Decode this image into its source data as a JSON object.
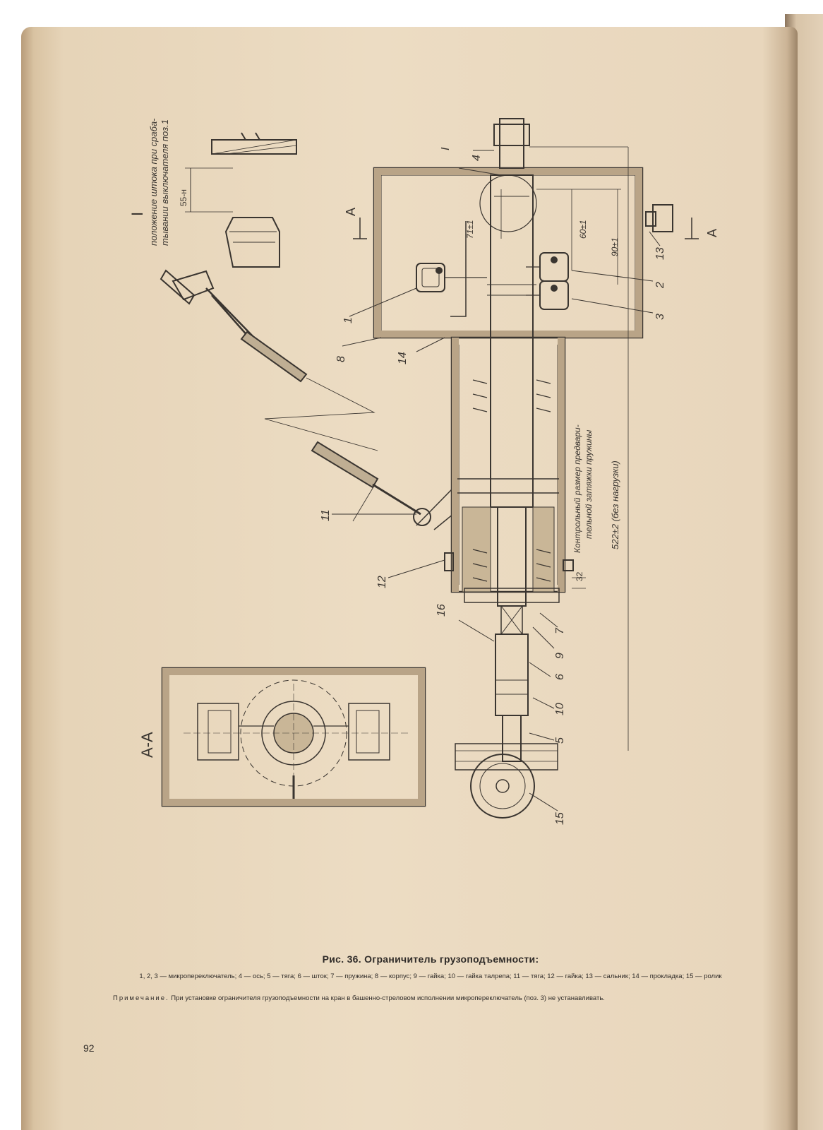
{
  "page": {
    "number": "92",
    "background_color": "#ecdcc3",
    "ink_color": "#3a3530"
  },
  "figure": {
    "title": "Рис. 36. Ограничитель грузоподъемности:",
    "legend": "1, 2, 3 — микропереключатель; 4 — ось; 5 — тяга; 6 — шток; 7 — пружина; 8 — корпус; 9 — гайка; 10 — гайка талрепа; 11 — тяга; 12 — гайка; 13 — сальник; 14 — прокладка; 15 — ролик",
    "note_label": "Примечание.",
    "note_text": "При установке ограничителя грузоподъемности на кран в башенно-стреловом исполнении микропереключатель (поз. 3) не устанавливать."
  },
  "drawing": {
    "detail_mark": "I",
    "detail_caption_1": "положение штока при сраба-",
    "detail_caption_2": "тывании выключателя поз.1",
    "detail_dim": "55-н",
    "section_label": "А-А",
    "section_mark": "А",
    "dim_71": "71±1",
    "dim_60": "60±1",
    "dim_90": "90±1",
    "dim_32": "32",
    "dim_522": "522±2 (без нагрузки)",
    "control_note_1": "Контрольный размер предвари-",
    "control_note_2": "тельной затяжки пружины",
    "pos": [
      "1",
      "2",
      "3",
      "4",
      "5",
      "6",
      "7",
      "8",
      "9",
      "10",
      "11",
      "12",
      "13",
      "14",
      "15",
      "16"
    ]
  }
}
